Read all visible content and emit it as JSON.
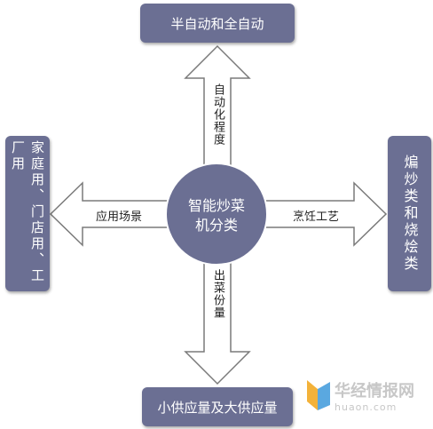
{
  "center": {
    "label": "智能炒菜机分类",
    "line1": "智能炒菜",
    "line2": "机分类"
  },
  "branches": {
    "up": {
      "arrow_label": "自动化程度",
      "box_label": "半自动和全自动"
    },
    "down": {
      "arrow_label": "出菜份量",
      "box_label": "小供应量及大供应量"
    },
    "left": {
      "arrow_label": "应用场景",
      "box_label": "家庭用、门店用、工厂用"
    },
    "right": {
      "arrow_label": "烹饪工艺",
      "box_label": "煸炒类和烧烩类"
    }
  },
  "watermark": {
    "brand": "华经情报网",
    "url": "huaon.com"
  },
  "colors": {
    "box_fill": "#6b6f93",
    "arrow_stroke": "#7a7a7a",
    "circle_fill": "#6b6f93",
    "arrow_fill": "#ffffff"
  }
}
